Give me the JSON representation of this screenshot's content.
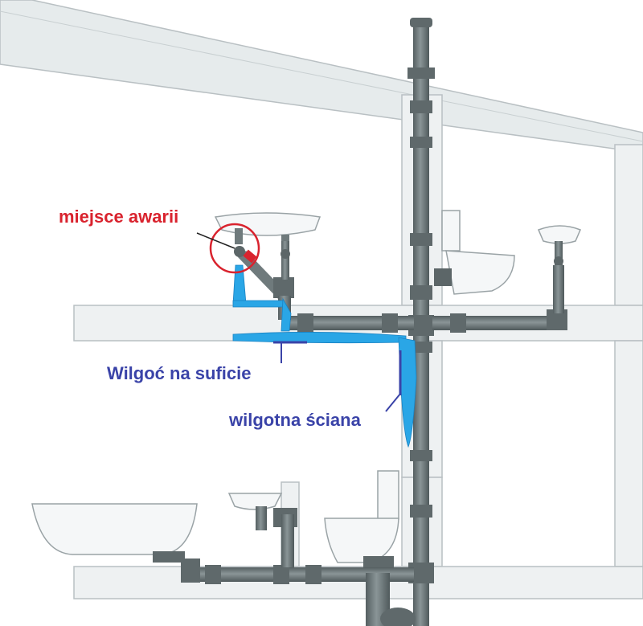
{
  "labels": {
    "failure_point": "miejsce awarii",
    "ceiling_moisture": "Wilgoć na suficie",
    "wet_wall": "wilgotna ściana"
  },
  "colors": {
    "failure_label": "#d9232e",
    "moisture_label": "#3a43a8",
    "water": "#2aa6e6",
    "pipe": "#6f7a7c",
    "pipe_dark": "#4b5557",
    "building_fill": "#eef1f2",
    "building_line": "#b9c0c3"
  }
}
